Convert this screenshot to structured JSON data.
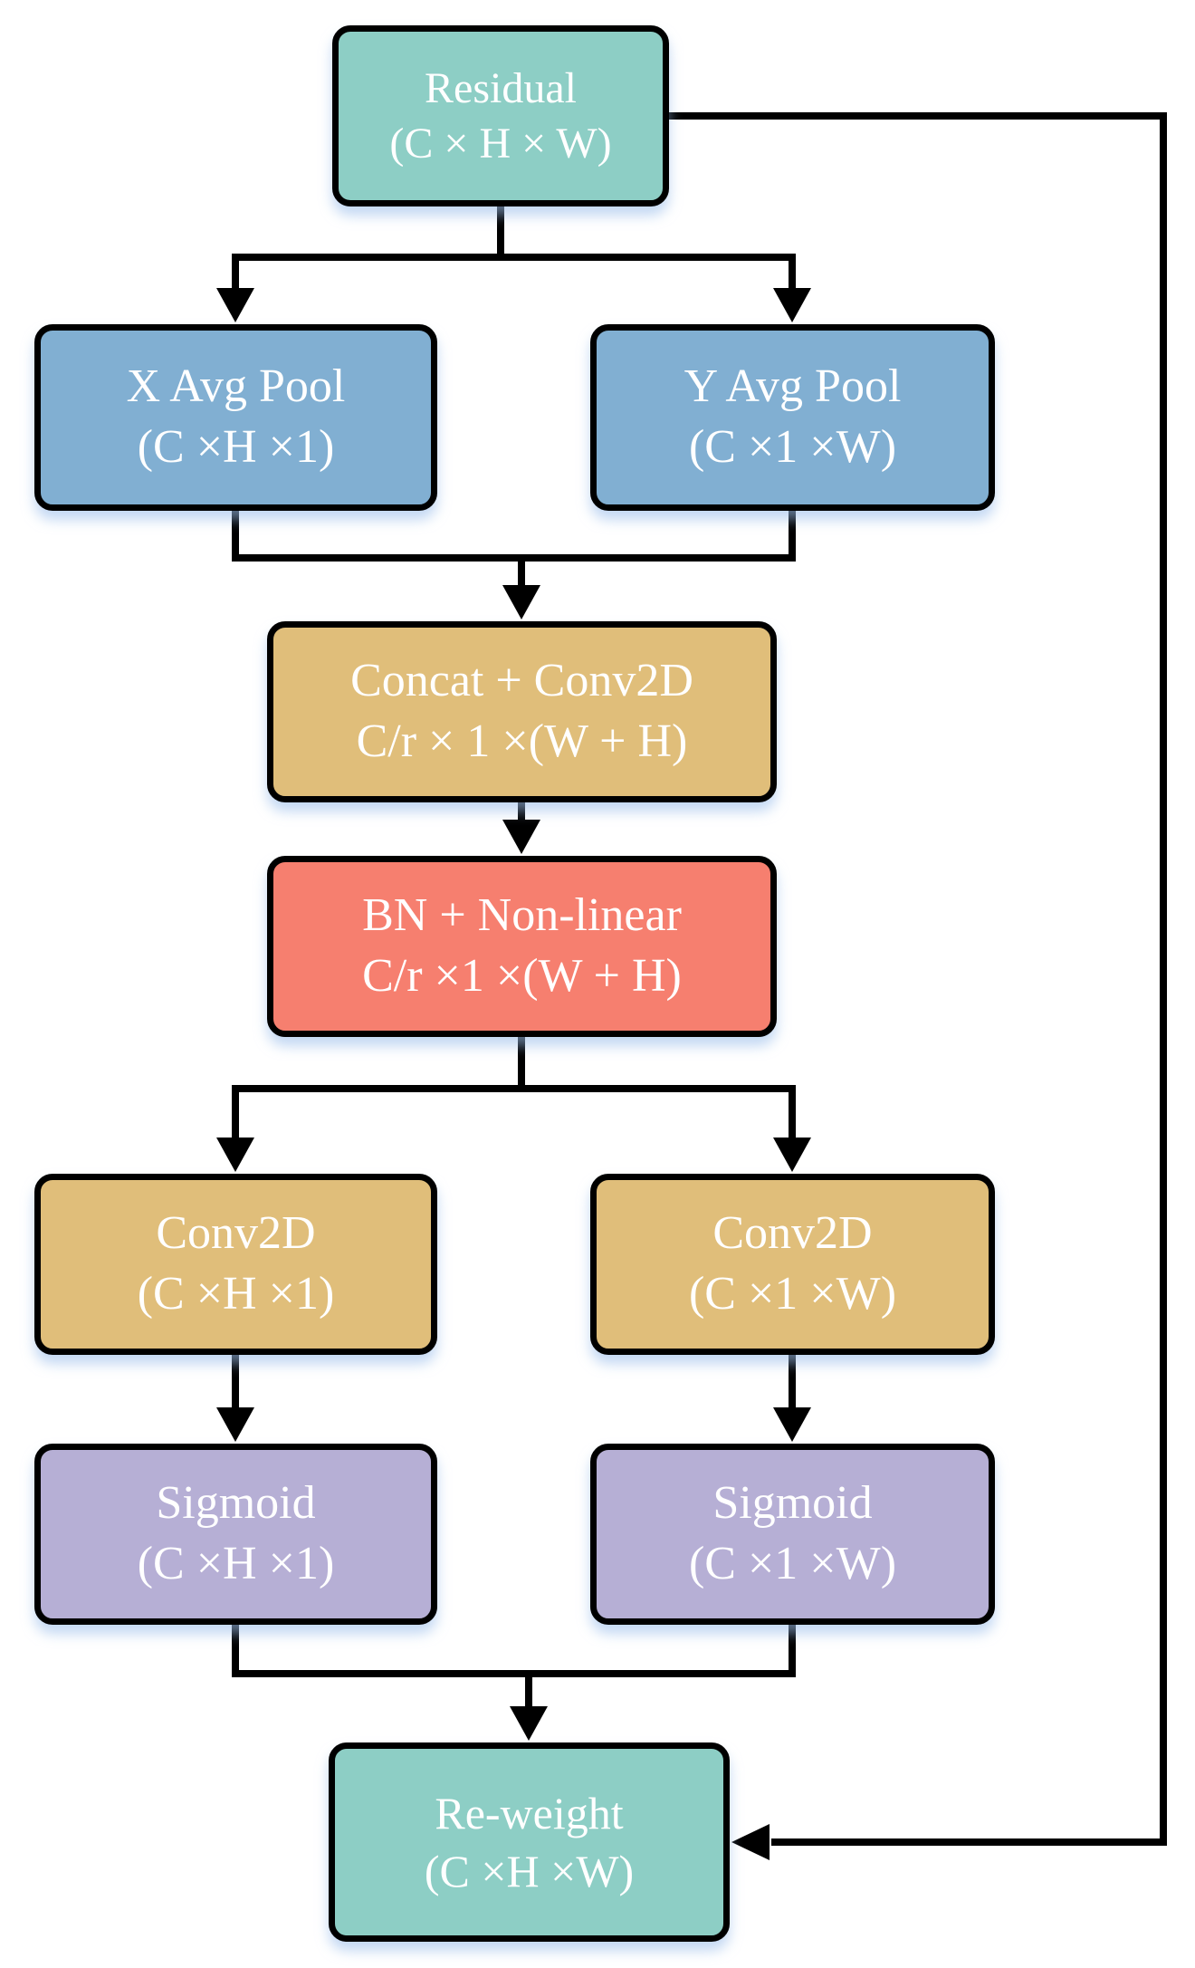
{
  "palette": {
    "teal": "#8DCEC5",
    "blue": "#81AFD2",
    "gold": "#E0BE7A",
    "salmon": "#F67F6F",
    "lavender": "#B6AFD5",
    "line": "#000000",
    "text": "#FFFFFF"
  },
  "nodes": {
    "residual": {
      "line1": "Residual",
      "line2": "(C × H × W)",
      "color": "#8DCEC5"
    },
    "x_avg_pool": {
      "line1": "X Avg Pool",
      "line2": "(C ×H ×1)",
      "color": "#81AFD2"
    },
    "y_avg_pool": {
      "line1": "Y Avg Pool",
      "line2": "(C ×1 ×W)",
      "color": "#81AFD2"
    },
    "concat_conv2d": {
      "line1": "Concat + Conv2D",
      "line2": "C/r × 1 ×(W + H)",
      "color": "#E0BE7A"
    },
    "bn_nonlinear": {
      "line1": "BN + Non-linear",
      "line2": "C/r ×1 ×(W + H)",
      "color": "#F67F6F"
    },
    "conv2d_x": {
      "line1": "Conv2D",
      "line2": "(C ×H ×1)",
      "color": "#E0BE7A"
    },
    "conv2d_y": {
      "line1": "Conv2D",
      "line2": "(C ×1 ×W)",
      "color": "#E0BE7A"
    },
    "sigmoid_x": {
      "line1": "Sigmoid",
      "line2": "(C ×H ×1)",
      "color": "#B6AFD5"
    },
    "sigmoid_y": {
      "line1": "Sigmoid",
      "line2": "(C ×1 ×W)",
      "color": "#B6AFD5"
    },
    "reweight": {
      "line1": "Re-weight",
      "line2": "(C ×H ×W)",
      "color": "#8DCEC5"
    }
  },
  "edges": [
    {
      "from": "residual",
      "to": "x_avg_pool"
    },
    {
      "from": "residual",
      "to": "y_avg_pool"
    },
    {
      "from": "x_avg_pool",
      "to": "concat_conv2d"
    },
    {
      "from": "y_avg_pool",
      "to": "concat_conv2d"
    },
    {
      "from": "concat_conv2d",
      "to": "bn_nonlinear"
    },
    {
      "from": "bn_nonlinear",
      "to": "conv2d_x"
    },
    {
      "from": "bn_nonlinear",
      "to": "conv2d_y"
    },
    {
      "from": "conv2d_x",
      "to": "sigmoid_x"
    },
    {
      "from": "conv2d_y",
      "to": "sigmoid_y"
    },
    {
      "from": "sigmoid_x",
      "to": "reweight"
    },
    {
      "from": "sigmoid_y",
      "to": "reweight"
    },
    {
      "from": "residual",
      "to": "reweight"
    }
  ]
}
